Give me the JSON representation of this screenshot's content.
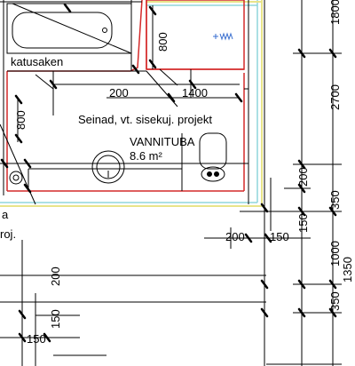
{
  "room": {
    "name": "VANNITUBA",
    "area": "8.6 m²",
    "note": "Seinad, vt. sisekuj. projekt",
    "ceiling_note": "katusaken"
  },
  "dimensions": {
    "top_800": "800",
    "left_800": "800",
    "d200_top": "200",
    "d1400": "1400",
    "right_1800": "1800",
    "right_2700": "2700",
    "right_200": "200",
    "right_350_a": "350",
    "right_1000": "1000",
    "right_1350": "1350",
    "right_350_b": "350",
    "h_200_mid": "200",
    "h_150_mid": "150",
    "bottom_200": "200",
    "bottom_150_v": "150",
    "bottom_150_h": "150"
  },
  "fragments": {
    "left_a": "a",
    "left_roj": "roj."
  },
  "colors": {
    "red_wall": "#d42a2a",
    "yellow_wall": "#e8e48a",
    "cyan_wall": "#8fd6dc",
    "fixture_blue": "#3a6fd0"
  }
}
